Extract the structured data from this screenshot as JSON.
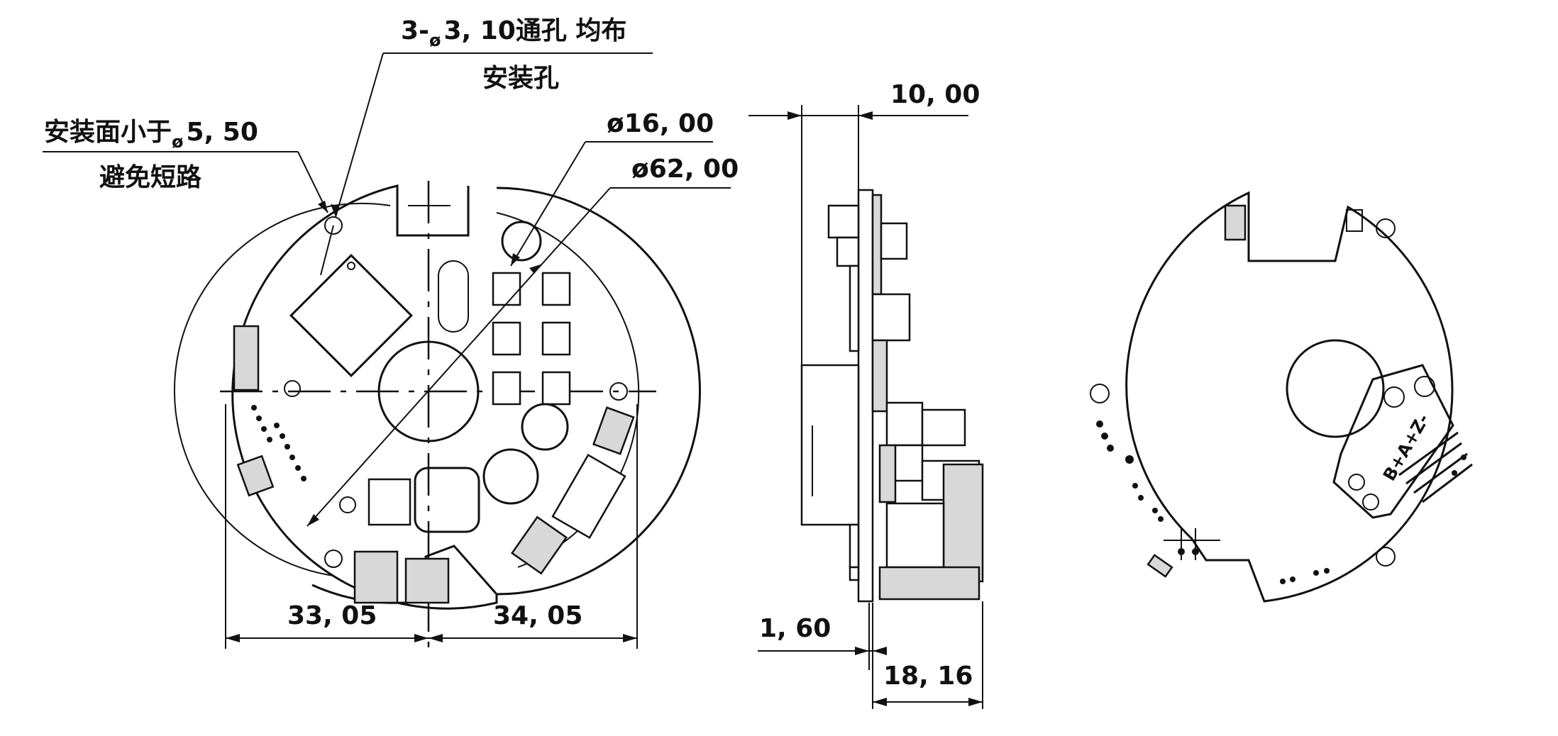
{
  "annotations": {
    "holes_line1_prefix": "3-",
    "holes_phi": "ø",
    "holes_line1_rest": "3, 10通孔  均布",
    "holes_line2": "安装孔",
    "mount_line1_prefix": "安装面小于",
    "mount_phi": "ø",
    "mount_line1_rest": "5, 50",
    "mount_line2": "避免短路",
    "dia_small": "ø16, 00",
    "dia_large": "ø62, 00"
  },
  "dimensions": {
    "left_width": "33, 05",
    "right_width": "34, 05",
    "side_top": "10, 00",
    "side_board": "1, 60",
    "side_total": "18, 16"
  },
  "back_view": {
    "pin_labels": "B+A+Z-"
  }
}
